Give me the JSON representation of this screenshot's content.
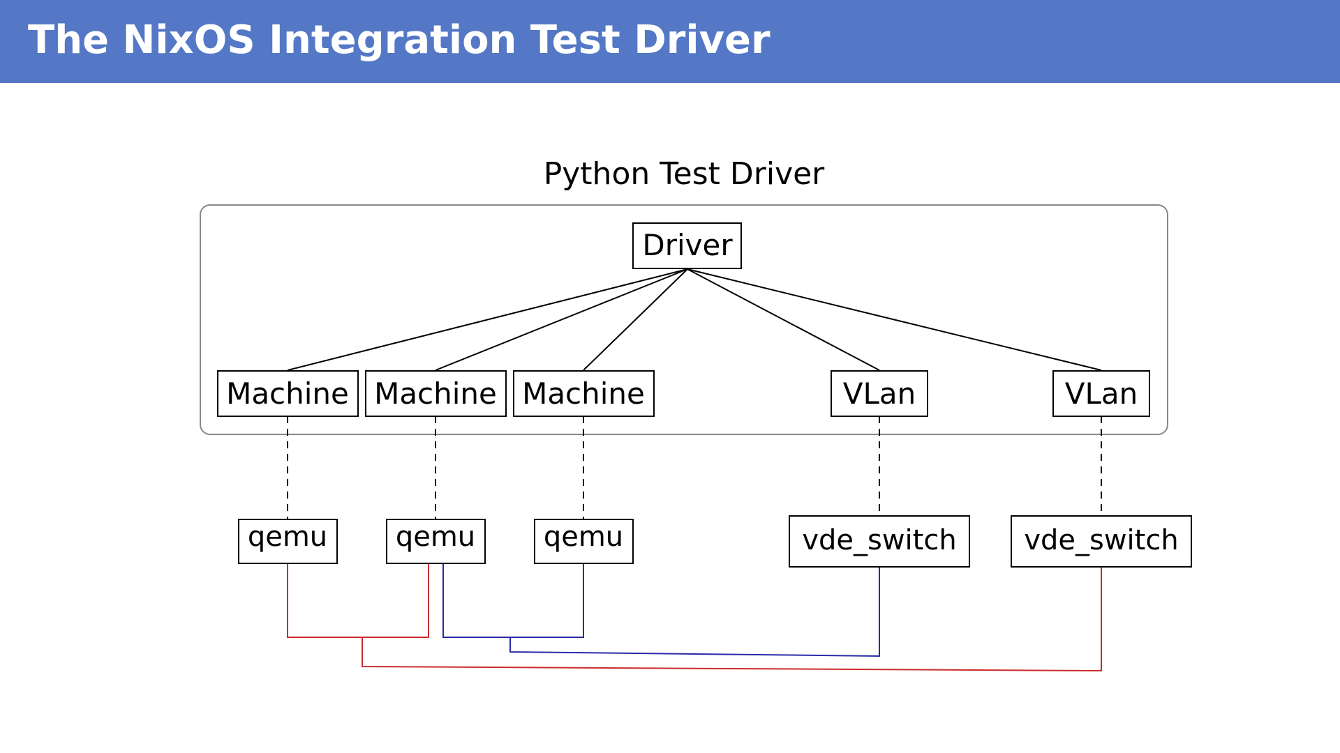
{
  "header": {
    "title": "The NixOS Integration Test Driver"
  },
  "diagram": {
    "group_label": "Python Test Driver",
    "driver": {
      "label": "Driver"
    },
    "machines": [
      {
        "label": "Machine"
      },
      {
        "label": "Machine"
      },
      {
        "label": "Machine"
      }
    ],
    "vlans": [
      {
        "label": "VLan"
      },
      {
        "label": "VLan"
      }
    ],
    "qemus": [
      {
        "label": "qemu"
      },
      {
        "label": "qemu"
      },
      {
        "label": "qemu"
      }
    ],
    "switches": [
      {
        "label": "vde_switch"
      },
      {
        "label": "vde_switch"
      }
    ],
    "colors": {
      "header": "#5478c6",
      "network_red": "#cc2b2b",
      "network_blue": "#2a2aa8",
      "group_border": "#888888"
    }
  }
}
